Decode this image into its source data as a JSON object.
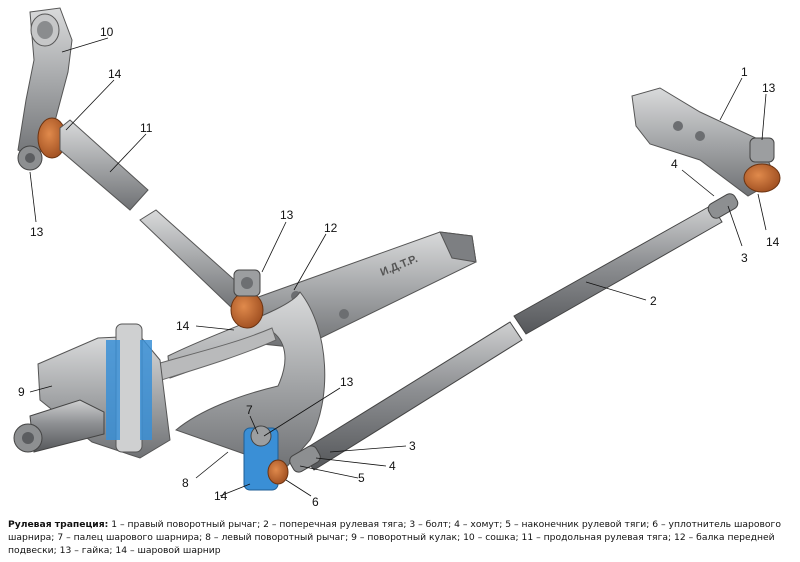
{
  "diagram": {
    "beam_marking": "И.Д.Т.Р.",
    "callouts": [
      "1",
      "2",
      "3",
      "4",
      "5",
      "6",
      "7",
      "8",
      "9",
      "10",
      "11",
      "12",
      "13",
      "14"
    ]
  },
  "caption": {
    "title": "Рулевая трапеция:",
    "text": " 1 – правый поворотный рычаг; 2 – поперечная рулевая тяга; 3 – болт; 4 – хомут; 5 – наконечник рулевой тяги; 6 – уплотнитель шарового шарнира; 7 – палец шарового шарнира; 8 – левый поворотный рычаг; 9 – поворотный кулак; 10 – сошка; 11 – продольная рулевая тяга; 12 – балка передней подвески; 13 – гайка; 14 – шаровой шарнир"
  },
  "colors": {
    "metal": "#a7a9ab",
    "metal_dark": "#6e7073",
    "metal_light": "#d5d6d7",
    "rubber_boot": "#c8672e",
    "cutaway_blue": "#3a8fd6"
  }
}
